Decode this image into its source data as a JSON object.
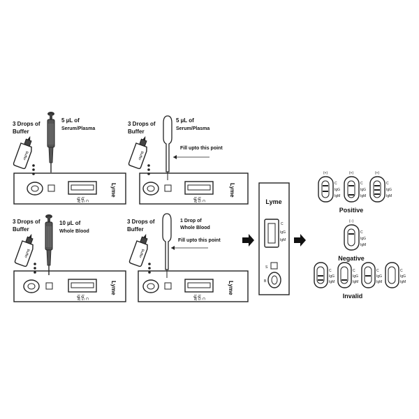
{
  "steps": [
    {
      "buffer_label_1": "3 Drops of",
      "buffer_label_2": "Buffer",
      "sample_label_1": "5 µL of",
      "sample_label_2": "Serum/Plasma",
      "device_name": "Lyme",
      "bottle_label": "Buffer"
    },
    {
      "buffer_label_1": "3 Drops of",
      "buffer_label_2": "Buffer",
      "sample_label_1": "5 µL of",
      "sample_label_2": "Serum/Plasma",
      "fill_note": "Fill upto this point",
      "device_name": "Lyme",
      "bottle_label": "Buffer"
    },
    {
      "buffer_label_1": "3 Drops of",
      "buffer_label_2": "Buffer",
      "sample_label_1": "10 µL of",
      "sample_label_2": "Whole Blood",
      "device_name": "Lyme",
      "bottle_label": "Buffer"
    },
    {
      "buffer_label_1": "3 Drops of",
      "buffer_label_2": "Buffer",
      "sample_label_1": "1 Drop of",
      "sample_label_2": "Whole Blood",
      "fill_note": "Fill upto this point",
      "device_name": "Lyme",
      "bottle_label": "Buffer"
    }
  ],
  "device_markings": {
    "c": "C",
    "igg": "IgG",
    "igm": "IgM"
  },
  "big_device": {
    "name": "Lyme",
    "c": "C",
    "igg": "IgG",
    "igm": "IgM",
    "s": "S",
    "b": "B"
  },
  "results": {
    "positive": {
      "label": "Positive",
      "signs": [
        "(+)",
        "(+)",
        "(+)"
      ]
    },
    "negative": {
      "label": "Negative",
      "signs": [
        "(−)"
      ]
    },
    "invalid": {
      "label": "Invalid"
    },
    "window_c": "C",
    "window_igg": "IgG",
    "window_igm": "IgM"
  }
}
